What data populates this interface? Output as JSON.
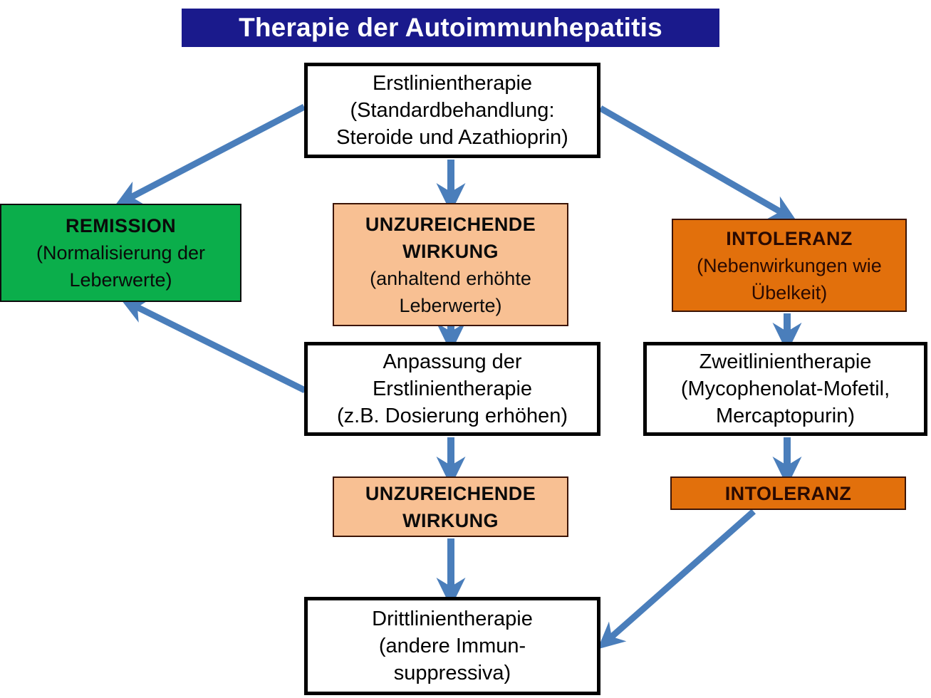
{
  "title": {
    "text": "Therapie der Autoimmunhepatitis",
    "background_color": "#1A1A8C",
    "text_color": "#FFFFFF"
  },
  "palette": {
    "arrow_blue": "#4A7EBB",
    "green": "#0BAE4B",
    "peach": "#F8C093",
    "orange": "#E2700C",
    "box_border": "#000000",
    "status_border": "#3B1405"
  },
  "nodes": {
    "first_line": {
      "lines": [
        "Erstlinientherapie",
        "(Standardbehandlung:",
        "Steroide und Azathioprin)"
      ]
    },
    "remission": {
      "lines": [
        "REMISSION",
        "(Normalisierung der",
        "Leberwerte)"
      ],
      "color": "#0BAE4B"
    },
    "insufficient_effect_1": {
      "lines": [
        "UNZUREICHENDE",
        "WIRKUNG",
        "(anhaltend erhöhte",
        "Leberwerte)"
      ],
      "color": "#F8C093"
    },
    "intolerance_1": {
      "lines": [
        "INTOLERANZ",
        "(Nebenwirkungen wie",
        "Übelkeit)"
      ],
      "color": "#E2700C"
    },
    "adjust_first_line": {
      "lines": [
        "Anpassung der",
        "Erstlinientherapie",
        "(z.B. Dosierung erhöhen)"
      ]
    },
    "second_line": {
      "lines": [
        "Zweitlinientherapie",
        "(Mycophenolat-Mofetil,",
        "Mercaptopurin)"
      ]
    },
    "insufficient_effect_2": {
      "lines": [
        "UNZUREICHENDE",
        "WIRKUNG"
      ],
      "color": "#F8C093"
    },
    "intolerance_2": {
      "lines": [
        "INTOLERANZ"
      ],
      "color": "#E2700C"
    },
    "third_line": {
      "lines": [
        "Drittlinientherapie",
        "(andere Immun-",
        "suppressiva)"
      ]
    }
  },
  "edges": [
    {
      "id": "first-line-to-remission",
      "from": "first_line",
      "to": "remission"
    },
    {
      "id": "first-line-to-insufficient",
      "from": "first_line",
      "to": "insufficient_effect_1"
    },
    {
      "id": "first-line-to-intolerance",
      "from": "first_line",
      "to": "intolerance_1"
    },
    {
      "id": "insufficient-to-adjust",
      "from": "insufficient_effect_1",
      "to": "adjust_first_line"
    },
    {
      "id": "intolerance-to-second-line",
      "from": "intolerance_1",
      "to": "second_line"
    },
    {
      "id": "adjust-to-remission",
      "from": "adjust_first_line",
      "to": "remission"
    },
    {
      "id": "adjust-to-insufficient-2",
      "from": "adjust_first_line",
      "to": "insufficient_effect_2"
    },
    {
      "id": "second-line-to-intolerance-2",
      "from": "second_line",
      "to": "intolerance_2"
    },
    {
      "id": "insufficient-2-to-third-line",
      "from": "insufficient_effect_2",
      "to": "third_line"
    },
    {
      "id": "intolerance-2-to-third-line",
      "from": "intolerance_2",
      "to": "third_line"
    }
  ]
}
